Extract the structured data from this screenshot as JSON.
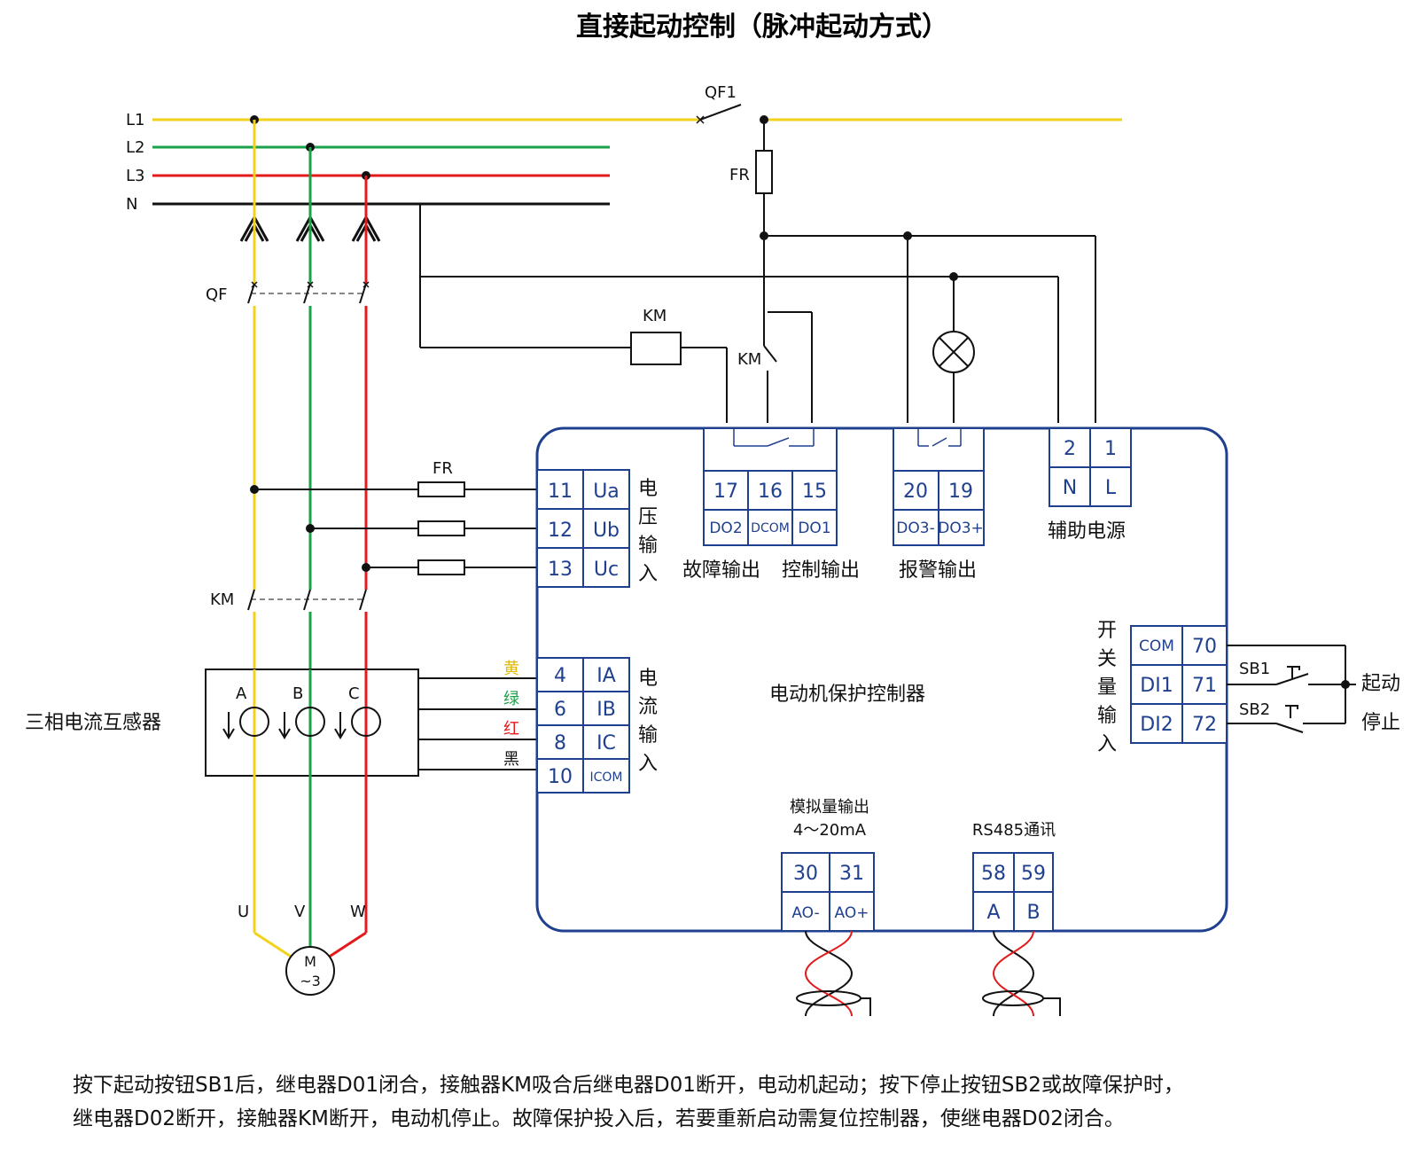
{
  "title": "直接起动控制（脉冲起动方式）",
  "colors": {
    "L1": "#f2d21b",
    "L2": "#1aa34a",
    "L3": "#e31a1c",
    "N": "#111111",
    "module_border": "#1f3f8f"
  },
  "bus": {
    "L1": "L1",
    "L2": "L2",
    "L3": "L3",
    "N": "N"
  },
  "devices": {
    "qf1": "QF1",
    "fr_top": "FR",
    "km_coil": "KM",
    "km_contact_top": "KM",
    "qf": "QF",
    "km_main": "KM",
    "fr_voltage": "FR",
    "ct_label": "三相电流互感器",
    "ct_a": "A",
    "ct_b": "B",
    "ct_c": "C",
    "motor_u": "U",
    "motor_v": "V",
    "motor_w": "W",
    "motor_m": "M",
    "motor_phase": "~3"
  },
  "controller": {
    "name": "电动机保护控制器",
    "voltage_input": {
      "label": [
        "电",
        "压",
        "输",
        "入"
      ],
      "rows": [
        {
          "num": "11",
          "sig": "Ua"
        },
        {
          "num": "12",
          "sig": "Ub"
        },
        {
          "num": "13",
          "sig": "Uc"
        }
      ]
    },
    "current_input": {
      "label": [
        "电",
        "流",
        "输",
        "入"
      ],
      "wire_colors": [
        "黄",
        "绿",
        "红",
        "黑"
      ],
      "rows": [
        {
          "num": "4",
          "sig": "IA"
        },
        {
          "num": "6",
          "sig": "IB"
        },
        {
          "num": "8",
          "sig": "IC"
        },
        {
          "num": "10",
          "sig": "ICOM"
        }
      ]
    },
    "relay_outputs": {
      "nums": [
        "17",
        "16",
        "15"
      ],
      "sigs": [
        "DO2",
        "DCOM",
        "DO1"
      ],
      "fault_label": "故障输出",
      "control_label": "控制输出"
    },
    "alarm_output": {
      "nums": [
        "20",
        "19"
      ],
      "sigs": [
        "DO3-",
        "DO3+"
      ],
      "label": "报警输出"
    },
    "aux_power": {
      "nums": [
        "2",
        "1"
      ],
      "sigs": [
        "N",
        "L"
      ],
      "label": "辅助电源"
    },
    "switch_input": {
      "label": [
        "开",
        "关",
        "量",
        "输",
        "入"
      ],
      "rows": [
        {
          "sig": "COM",
          "num": "70"
        },
        {
          "sig": "DI1",
          "num": "71"
        },
        {
          "sig": "DI2",
          "num": "72"
        }
      ],
      "sb1": "SB1",
      "sb2": "SB2",
      "start": "起动",
      "stop": "停止"
    },
    "analog_output": {
      "label": "模拟量输出",
      "range": "4～20mA",
      "nums": [
        "30",
        "31"
      ],
      "sigs": [
        "AO-",
        "AO+"
      ]
    },
    "rs485": {
      "label": "RS485通讯",
      "nums": [
        "58",
        "59"
      ],
      "sigs": [
        "A",
        "B"
      ]
    }
  },
  "description": [
    "按下起动按钮SB1后，继电器D01闭合，接触器KM吸合后继电器D01断开，电动机起动；按下停止按钮SB2或故障保护时，",
    "继电器D02断开，接触器KM断开，电动机停止。故障保护投入后，若要重新启动需复位控制器，使继电器D02闭合。"
  ]
}
